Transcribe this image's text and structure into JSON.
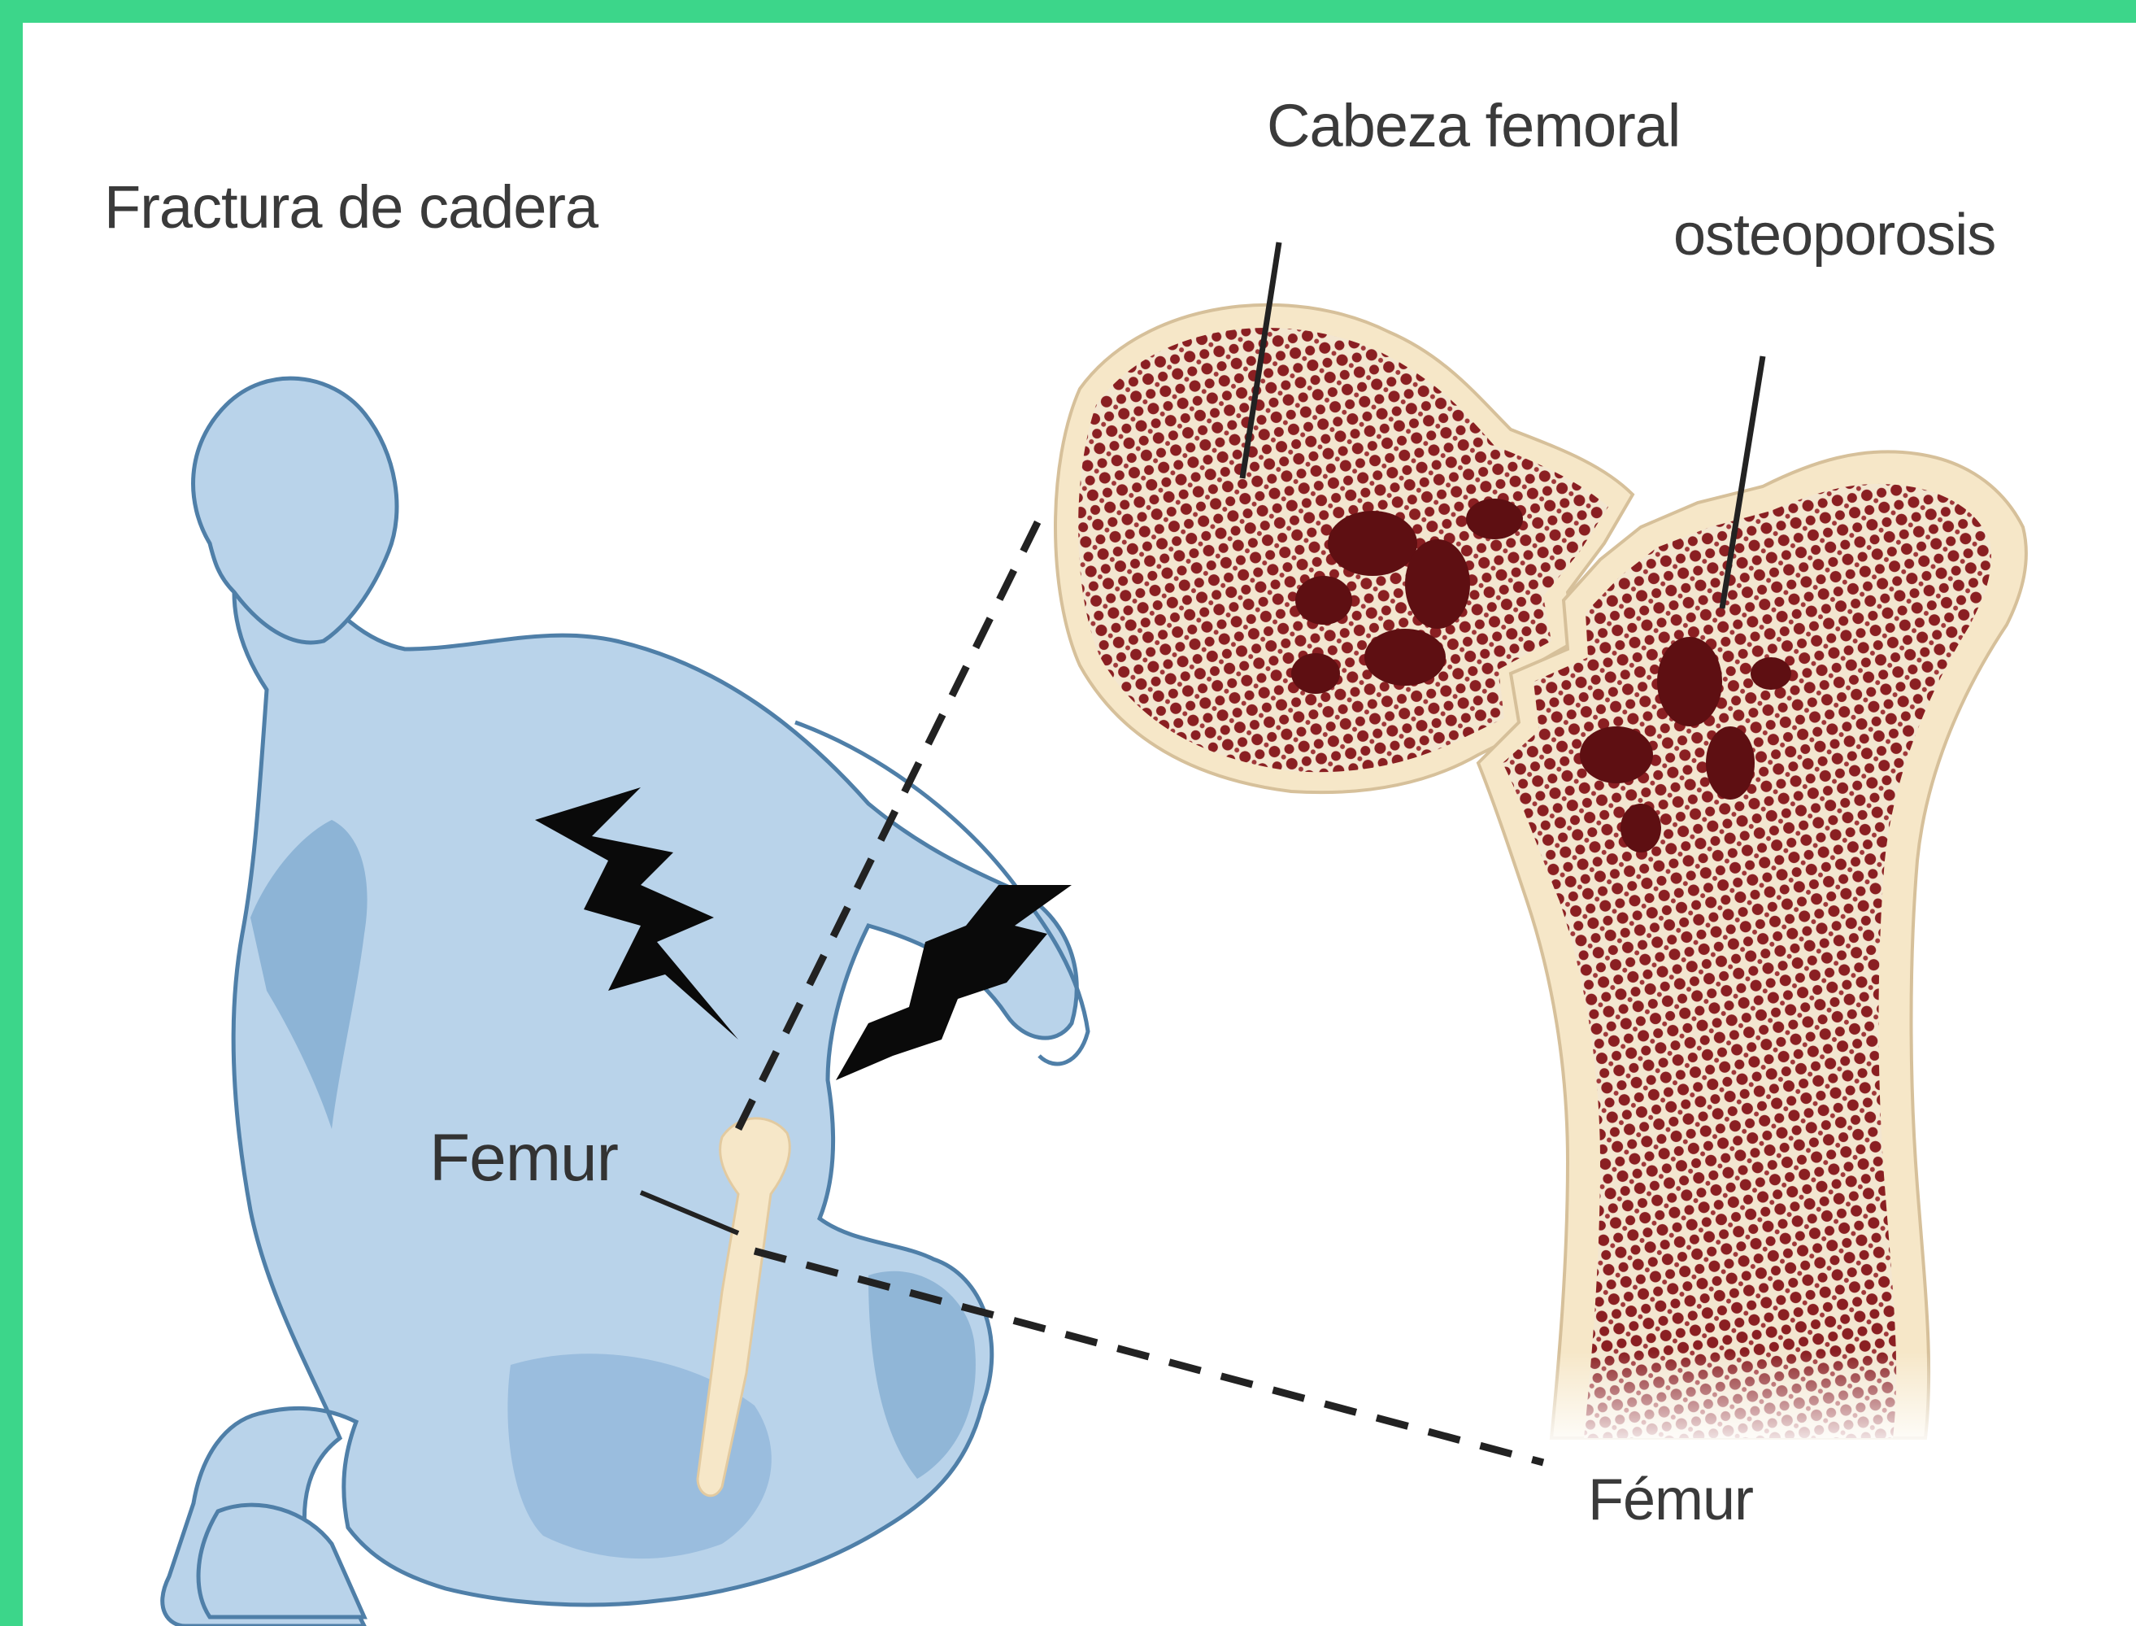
{
  "labels": {
    "title": "Fractura de cadera",
    "femoral_head": "Cabeza femoral",
    "osteoporosis": "osteoporosis",
    "femur_on_body": "Femur",
    "femur_detail": "Fémur"
  },
  "colors": {
    "frame": "#3cd68a",
    "body_fill": "#b9d3ea",
    "body_shadow": "#7fa9cf",
    "body_outline": "#4f7fa8",
    "bone_ivory": "#f6e7c8",
    "bone_marrow": "#8a1f22",
    "bone_lesion": "#5e0f12"
  }
}
